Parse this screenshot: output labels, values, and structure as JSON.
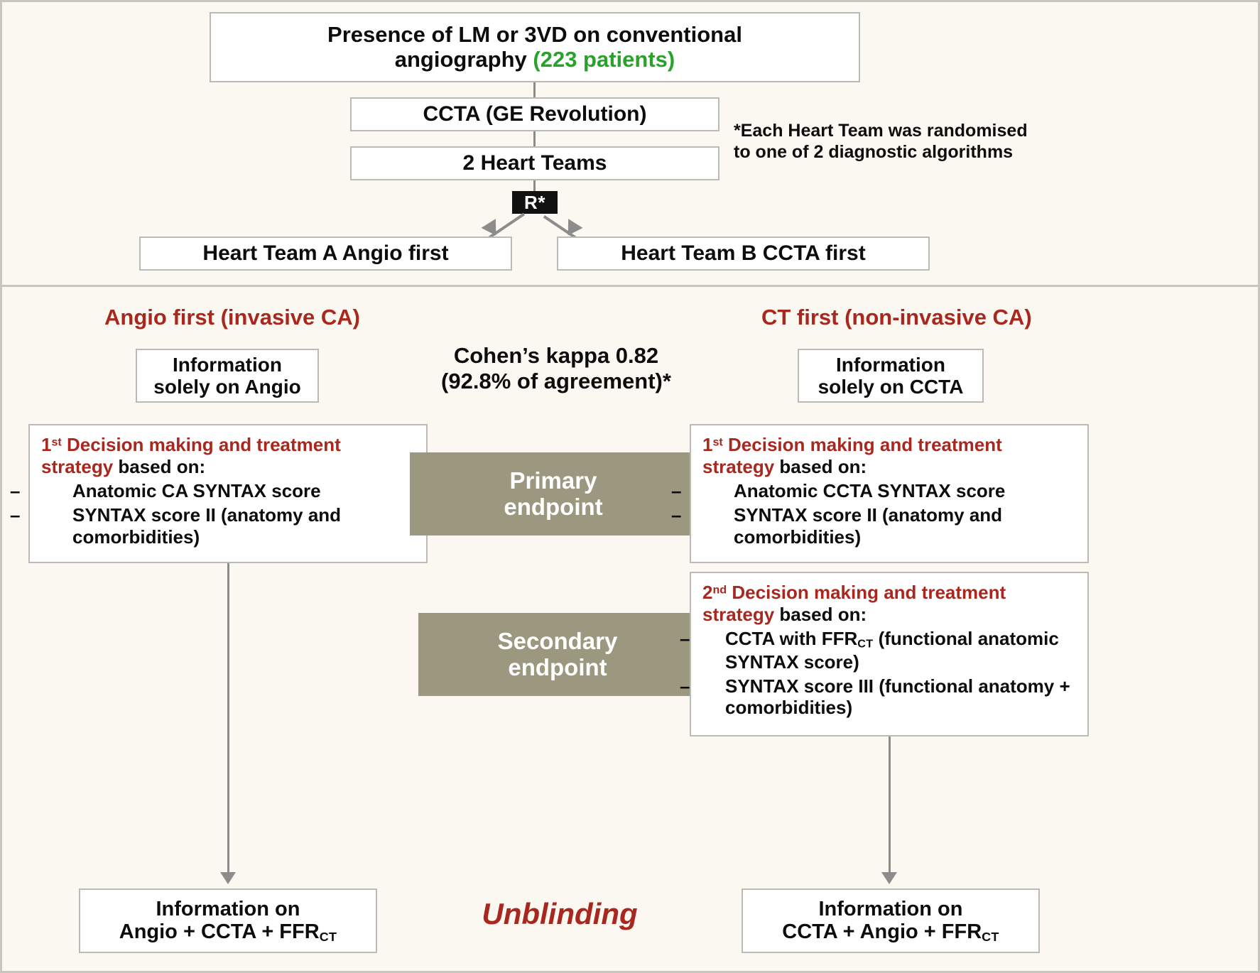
{
  "top": {
    "title_main": "Presence of LM or 3VD on conventional angiography ",
    "title_line1": "Presence of LM or 3VD on conventional",
    "title_line2": "angiography ",
    "title_count": "(223 patients)",
    "ccta": "CCTA (GE Revolution)",
    "heart_teams": "2 Heart Teams",
    "randomisation_badge": "R*",
    "note_line1": "*Each Heart Team was randomised",
    "note_line2": "to one of 2 diagnostic algorithms",
    "arm_left": "Heart Team A Angio first",
    "arm_right": "Heart Team B CCTA first"
  },
  "left_arm": {
    "header": "Angio first (invasive CA)",
    "info_line1": "Information",
    "info_line2": "solely on Angio",
    "decision1": {
      "ordinal": "1",
      "ordinal_suffix": "st",
      "heading": " Decision making and treatment strategy",
      "heading_tail": " based on:",
      "bullets": [
        "Anatomic CA SYNTAX score",
        "SYNTAX score II (anatomy and comorbidities)"
      ]
    },
    "outcome_line1": "Information on",
    "outcome_line2": "Angio + CCTA + FFR",
    "outcome_sub": "CT"
  },
  "right_arm": {
    "header": "CT first (non-invasive CA)",
    "info_line1": "Information",
    "info_line2": "solely on CCTA",
    "decision1": {
      "ordinal": "1",
      "ordinal_suffix": "st",
      "heading": " Decision making and treatment strategy",
      "heading_tail": " based on:",
      "bullets": [
        "Anatomic CCTA SYNTAX score",
        "SYNTAX score II (anatomy and comorbidities)"
      ]
    },
    "decision2": {
      "ordinal": "2",
      "ordinal_suffix": "nd",
      "heading": " Decision making and treatment strategy",
      "heading_tail": " based on:",
      "bullet1_pre": "CCTA with FFR",
      "bullet1_sub": "CT",
      "bullet1_post": " (functional anatomic SYNTAX score)",
      "bullet2": "SYNTAX score III (functional anatomy + comorbidities)"
    },
    "outcome_line1": "Information on",
    "outcome_line2": "CCTA + Angio + FFR",
    "outcome_sub": "CT"
  },
  "center": {
    "kappa_line1": "Cohen’s kappa 0.82",
    "kappa_line2": "(92.8% of agreement)*",
    "primary_line1": "Primary",
    "primary_line2": "endpoint",
    "secondary_line1": "Secondary",
    "secondary_line2": "endpoint",
    "unblinding": "Unblinding"
  },
  "colors": {
    "background": "#faf8f1",
    "accent_red": "#a8281f",
    "accent_green": "#2aa12a",
    "band": "#9c9880",
    "border": "#bbbbb6",
    "connector": "#8c8c8c",
    "badge": "#111111"
  }
}
